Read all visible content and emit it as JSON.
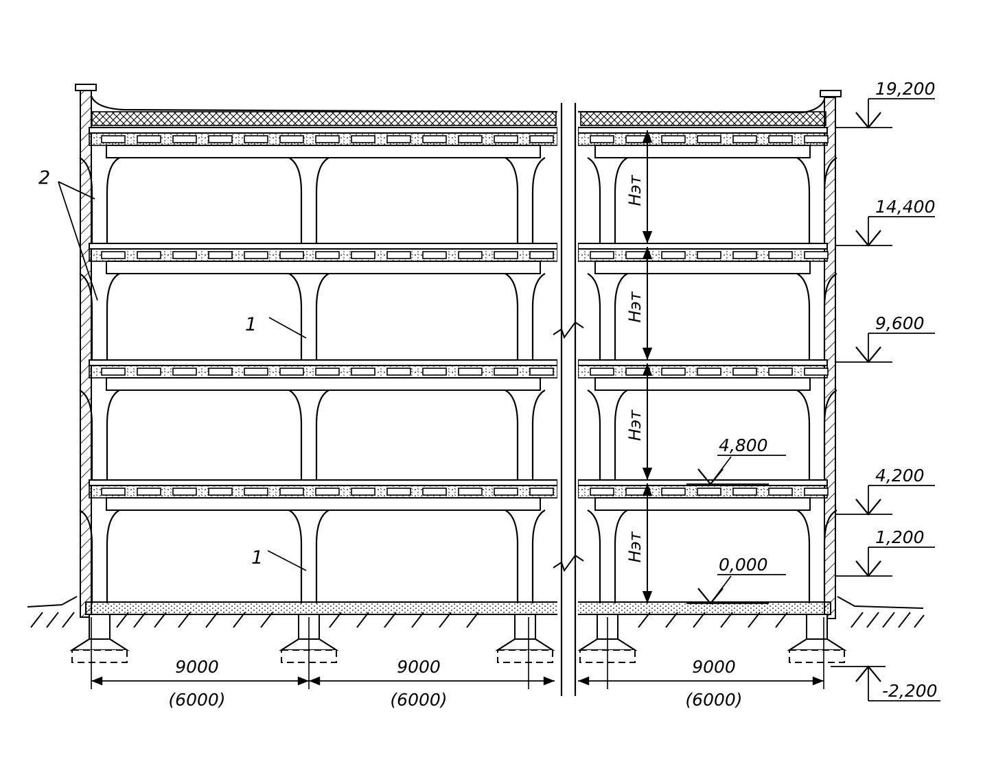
{
  "levels": [
    {
      "label": "19,200",
      "side": "right",
      "ref": 186
    },
    {
      "label": "14,400",
      "side": "right",
      "ref": 358
    },
    {
      "label": "9,600",
      "side": "right",
      "ref": 528
    },
    {
      "label": "4,200",
      "side": "right",
      "ref": 750
    },
    {
      "label": "1,200",
      "side": "right",
      "ref": 840
    },
    {
      "label": "-2,200",
      "side": "right-low",
      "ref": 972
    },
    {
      "label": "4,800",
      "side": "inner",
      "ref": 706
    },
    {
      "label": "0,000",
      "side": "inner",
      "ref": 880
    }
  ],
  "floor_height_label": "Hэт",
  "spans": [
    {
      "length": "9000",
      "alt": "(6000)"
    },
    {
      "length": "9000",
      "alt": "(6000)"
    },
    {
      "length": "9000",
      "alt": "(6000)"
    }
  ],
  "callouts": {
    "column": "1",
    "panel": "2"
  },
  "colors": {
    "line": "#000000",
    "background": "#ffffff"
  }
}
